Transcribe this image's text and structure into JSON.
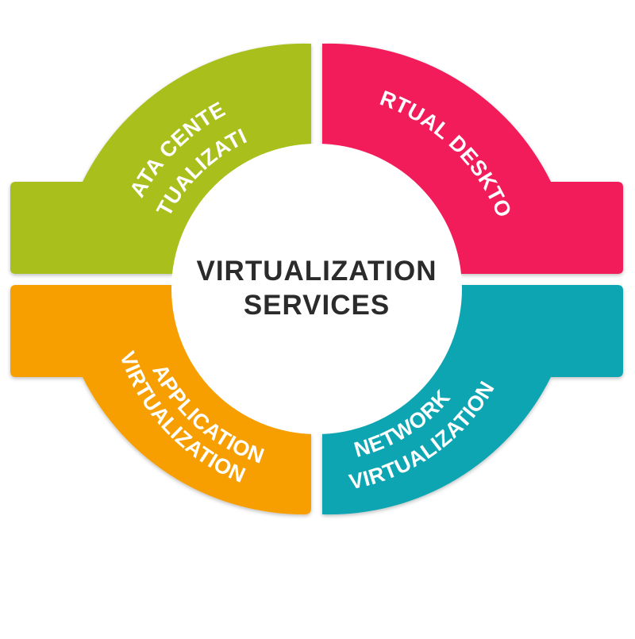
{
  "center": {
    "line1": "VIRTUALIZATION",
    "line2": "SERVICES"
  },
  "segments": {
    "data_center": {
      "line1": "DATA CENTER",
      "line2": "VIRTUALIZATION",
      "color": "#A8BF1E"
    },
    "virtual_desktop": {
      "line1": "VIRTUAL DESKTOP",
      "color": "#F21C5A"
    },
    "application": {
      "line1": "APPLICATION",
      "line2": "VIRTUALIZATION",
      "color": "#F79F00"
    },
    "network": {
      "line1": "NETWORK",
      "line2": "VIRTUALIZATION",
      "color": "#08A5B2"
    }
  }
}
